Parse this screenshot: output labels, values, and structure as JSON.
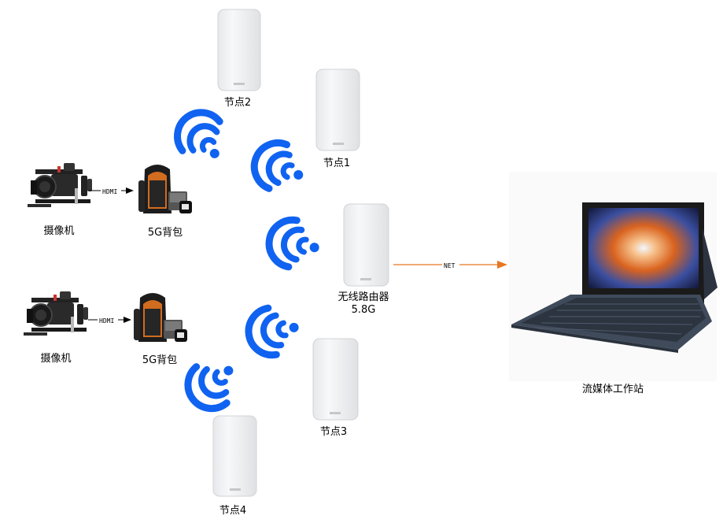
{
  "nodes": {
    "node2": "节点2",
    "node1": "节点1",
    "router_name": "无线路由器",
    "router_band": "5.8G",
    "node3": "节点3",
    "node4": "节点4"
  },
  "sources": {
    "camera1": "摄像机",
    "backpack1": "5G背包",
    "camera2": "摄像机",
    "backpack2": "5G背包",
    "link_label": "HDMI"
  },
  "workstation": {
    "name": "流媒体工作站",
    "link_label": "NET"
  },
  "colors": {
    "wifi_blue": "#1063f0",
    "net_arrow": "#e87722",
    "node_white": "#f1f2f4"
  }
}
